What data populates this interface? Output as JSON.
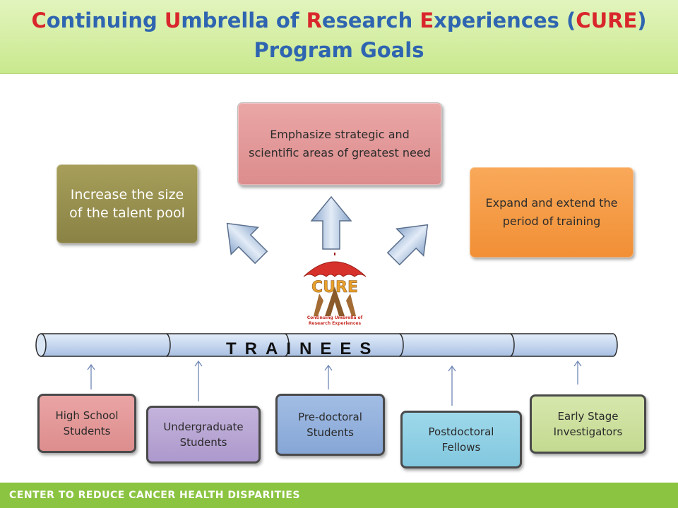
{
  "header": {
    "title_segments": [
      {
        "text": "C",
        "hl": true
      },
      {
        "text": "ontinuing ",
        "hl": false
      },
      {
        "text": "U",
        "hl": true
      },
      {
        "text": "mbrella of ",
        "hl": false
      },
      {
        "text": "R",
        "hl": true
      },
      {
        "text": "esearch ",
        "hl": false
      },
      {
        "text": "E",
        "hl": true
      },
      {
        "text": "xperiences (",
        "hl": false
      },
      {
        "text": "CURE",
        "hl": true
      },
      {
        "text": ")",
        "hl": false
      }
    ],
    "title_line2": "Program Goals"
  },
  "goals": {
    "talent_pool": "Increase the size of the talent pool",
    "strategic": "Emphasize strategic and scientific areas of greatest need",
    "expand": "Expand and extend the period of training"
  },
  "logo": {
    "wordmark": "CURE",
    "tagline_line1": "Continuing Umbrella of",
    "tagline_line2": "Research Experiences"
  },
  "tube": {
    "label": "TRAINEES"
  },
  "trainees": {
    "high_school": "High School Students",
    "undergraduate": "Undergraduate Students",
    "predoctoral": "Pre-doctoral Students",
    "postdoctoral": "Postdoctoral Fellows",
    "early_stage": "Early Stage Investigators"
  },
  "footer": {
    "text": "CENTER TO REDUCE CANCER HEALTH DISPARITIES"
  },
  "colors": {
    "title_blue": "#2f65b0",
    "title_red": "#d9262c",
    "header_green": "#c9e98e",
    "footer_green": "#8bc441"
  }
}
